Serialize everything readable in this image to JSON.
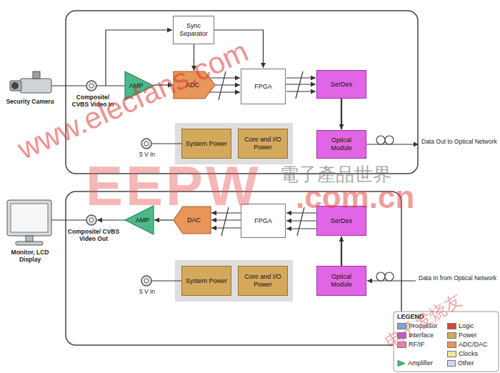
{
  "diagram": {
    "nodes": [
      {
        "text": [
          "Sync Separator"
        ]
      },
      {
        "text": [
          "AMP"
        ]
      },
      {
        "text": [
          "ADC"
        ]
      },
      {
        "text": [
          "FPGA"
        ]
      },
      {
        "text": [
          "SerDes"
        ]
      },
      {
        "text": [
          "System Power"
        ]
      },
      {
        "text": [
          "Core and I/O Power"
        ]
      },
      {
        "text": [
          "Optical Module"
        ]
      },
      {
        "text": [
          "AMP"
        ]
      },
      {
        "text": [
          "DAC"
        ]
      },
      {
        "text": [
          "FPGA"
        ]
      },
      {
        "text": [
          "SerDes"
        ]
      },
      {
        "text": [
          "System Power"
        ]
      },
      {
        "text": [
          "Core and I/O Power"
        ]
      },
      {
        "text": [
          "Optical Module"
        ]
      }
    ],
    "edges": [
      {
        "from": 1,
        "to": 2,
        "arrow": "to"
      },
      {
        "from": 2,
        "to": 3,
        "arrow": "to"
      },
      {
        "from": 0,
        "to": 2,
        "arrow": "to"
      },
      {
        "from": 0,
        "to": 3,
        "arrow": "to"
      },
      {
        "from": 3,
        "to": 4,
        "arrow": "to"
      },
      {
        "from": 4,
        "to": 7,
        "arrow": "to"
      },
      {
        "from": 14,
        "to": 11,
        "arrow": "to"
      },
      {
        "from": 11,
        "to": 10,
        "arrow": "to"
      },
      {
        "from": 10,
        "to": 9,
        "arrow": "to"
      },
      {
        "from": 9,
        "to": 8,
        "arrow": "to"
      }
    ],
    "labels": [
      "Security Camera",
      "Composite/ CVBS Video In",
      "5 V In",
      "Data Out to Optical Network",
      "Monitor, LCD Display",
      "Composite/ CVBS Video Out",
      "5 V In",
      "Data In from Optical Network",
      "LEGEND",
      "www.elecfans.com",
      "EEPW",
      "電子產品世界",
      ".com.cn",
      "电子发烧友"
    ],
    "legend": [
      {
        "text": "Processor",
        "color": "#7ba7d7"
      },
      {
        "text": "Logic",
        "color": "#d9453c"
      },
      {
        "text": "Interface",
        "color": "#c855c8"
      },
      {
        "text": "Power",
        "color": "#d4a95c"
      },
      {
        "text": "RF/IF",
        "color": "#ea7fb0"
      },
      {
        "text": "ADC/DAC",
        "color": "#e8965a"
      },
      {
        "text": "Amplifier"
      },
      {
        "text": "Clocks",
        "color": "#f2e79a"
      },
      {
        "text": "Other"
      }
    ]
  }
}
